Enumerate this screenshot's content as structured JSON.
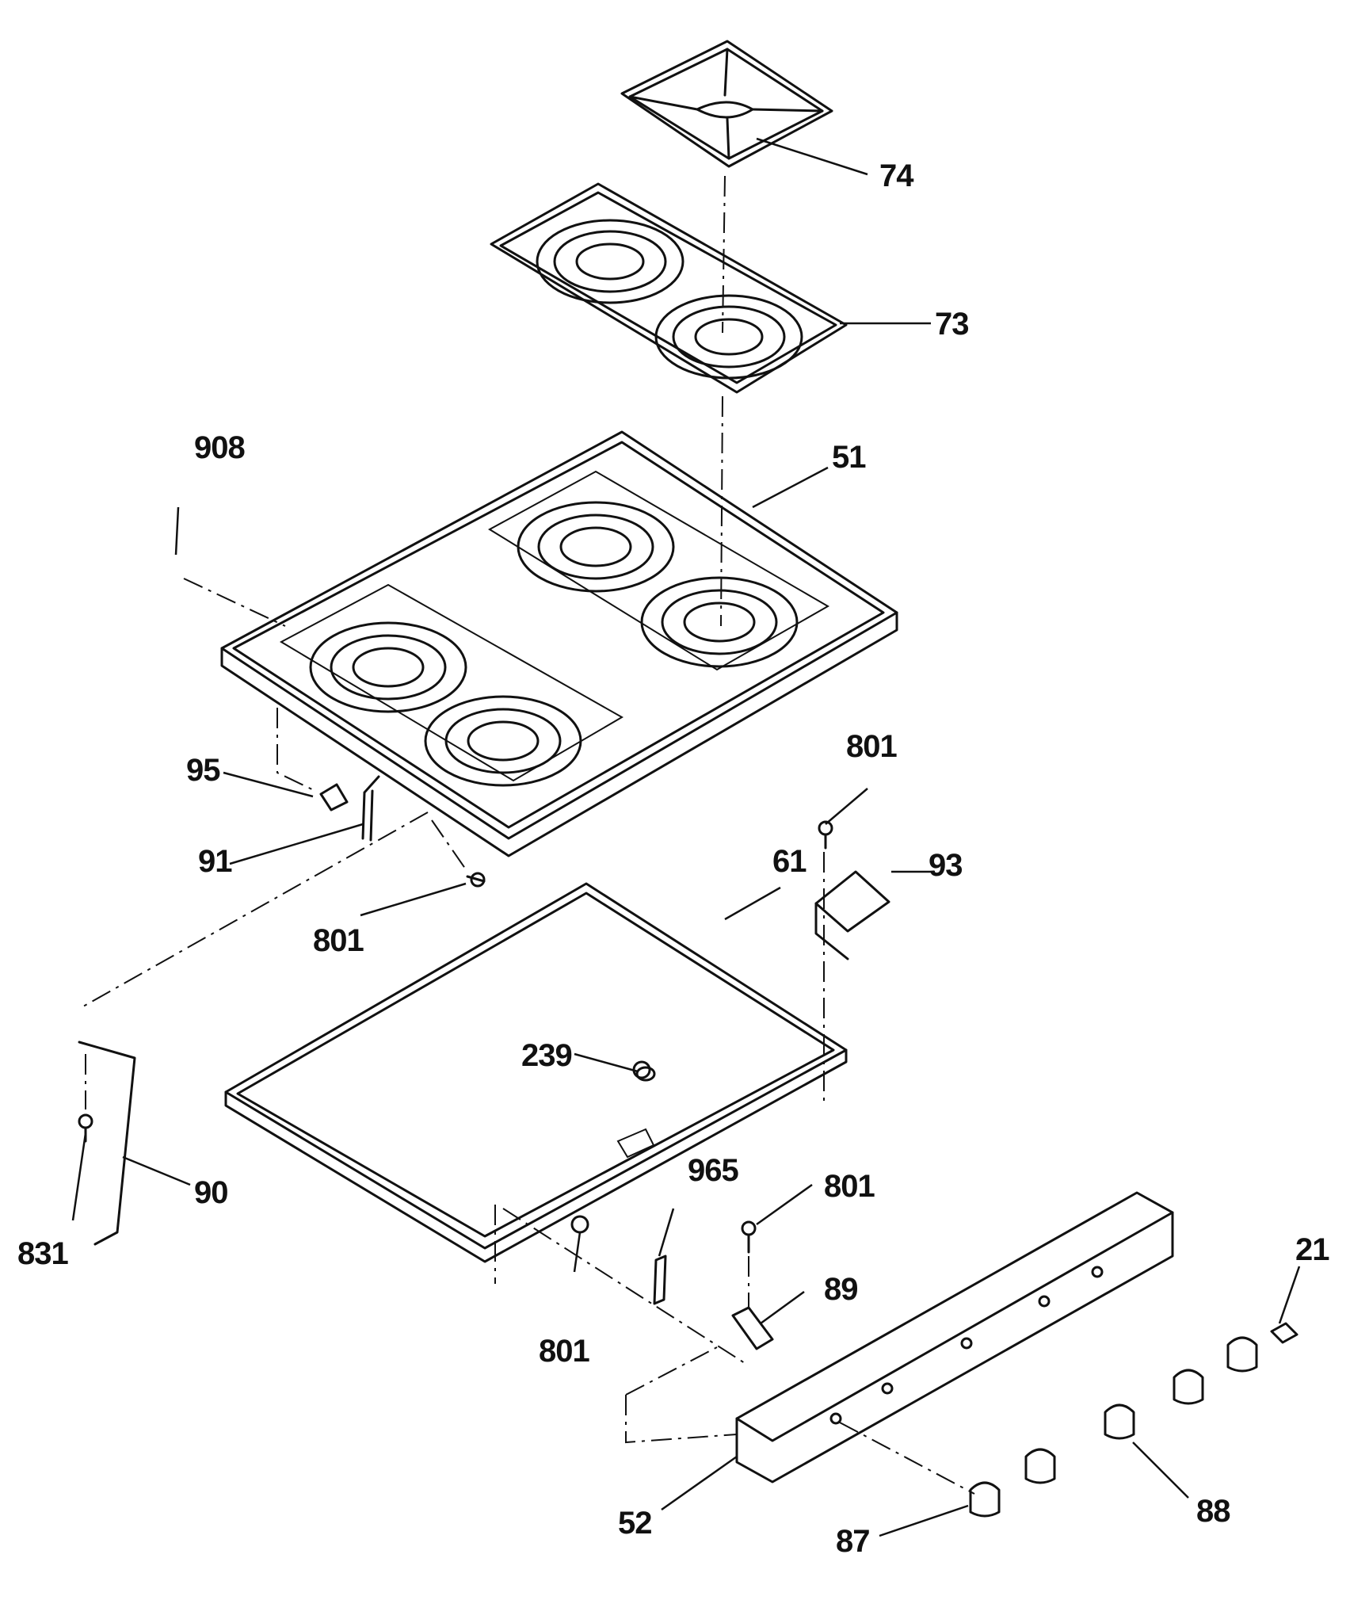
{
  "callouts": [
    {
      "id": "74",
      "text": "74"
    },
    {
      "id": "73",
      "text": "73"
    },
    {
      "id": "51",
      "text": "51"
    },
    {
      "id": "908",
      "text": "908"
    },
    {
      "id": "95",
      "text": "95"
    },
    {
      "id": "91",
      "text": "91"
    },
    {
      "id": "801a",
      "text": "801"
    },
    {
      "id": "801b",
      "text": "801"
    },
    {
      "id": "61",
      "text": "61"
    },
    {
      "id": "93",
      "text": "93"
    },
    {
      "id": "239",
      "text": "239"
    },
    {
      "id": "90",
      "text": "90"
    },
    {
      "id": "831",
      "text": "831"
    },
    {
      "id": "965",
      "text": "965"
    },
    {
      "id": "801c",
      "text": "801"
    },
    {
      "id": "89",
      "text": "89"
    },
    {
      "id": "801d",
      "text": "801"
    },
    {
      "id": "21",
      "text": "21"
    },
    {
      "id": "52",
      "text": "52"
    },
    {
      "id": "88",
      "text": "88"
    },
    {
      "id": "87",
      "text": "87"
    }
  ]
}
